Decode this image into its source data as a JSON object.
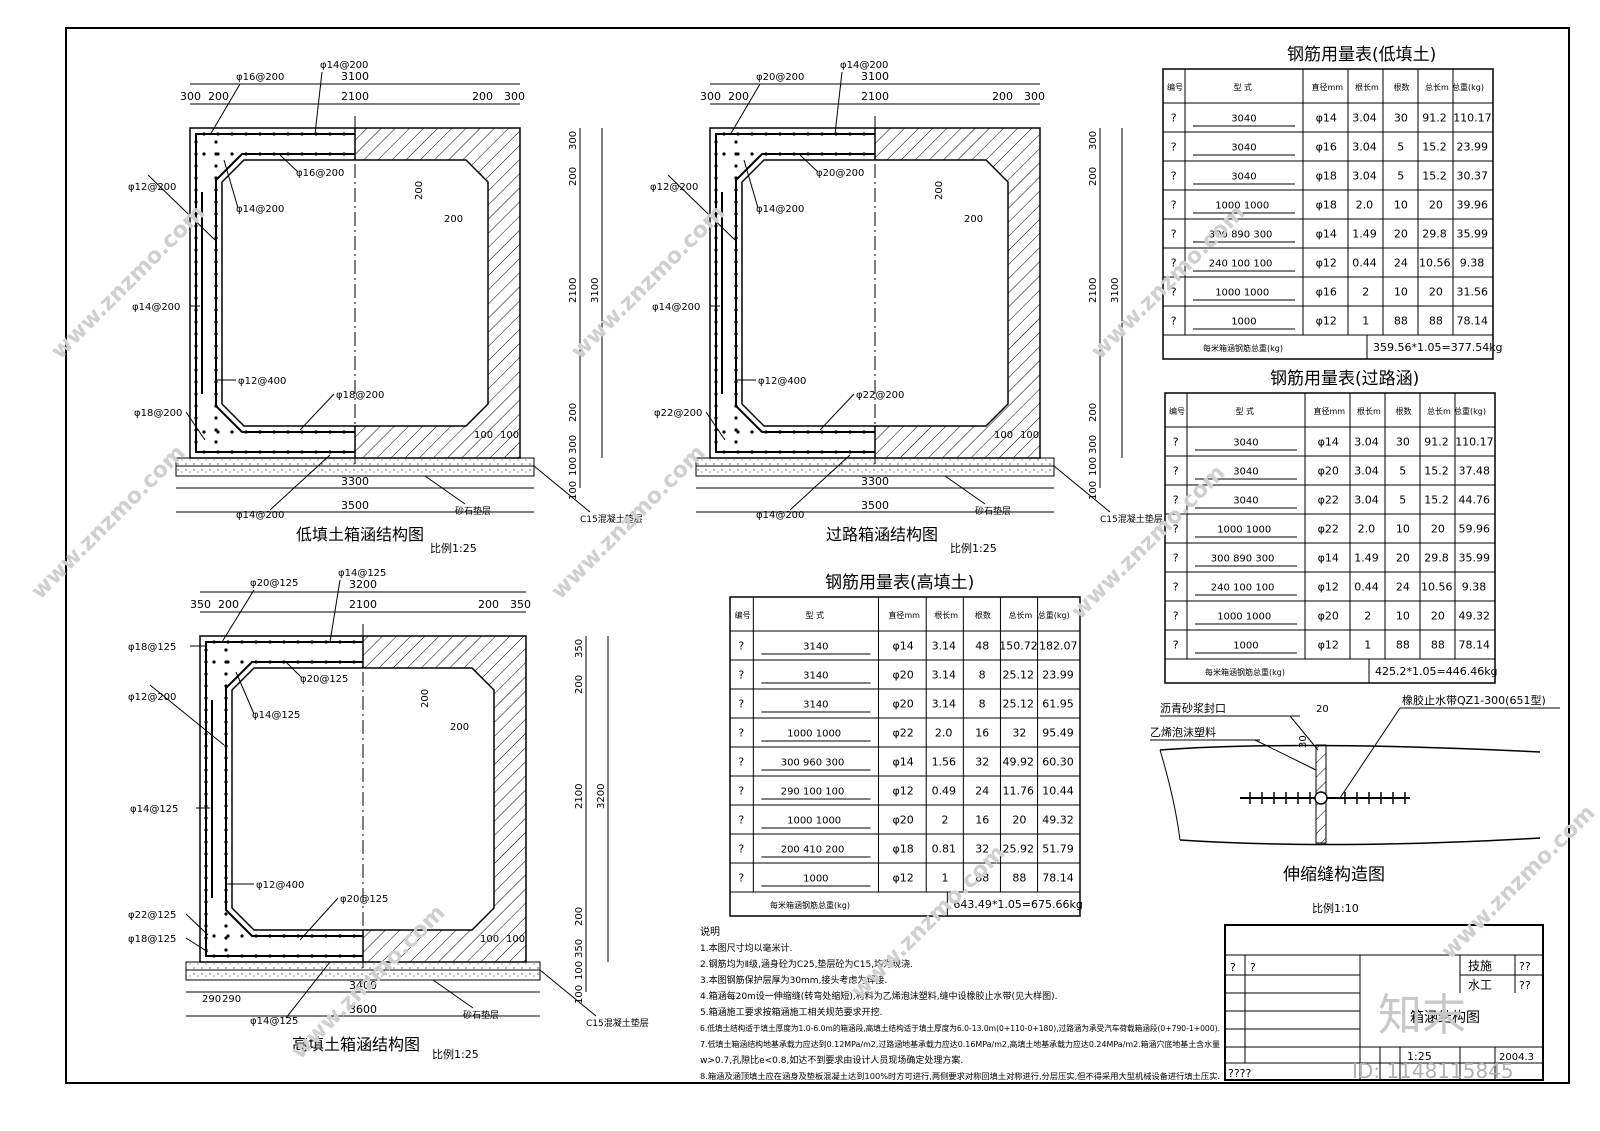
{
  "drawings": {
    "low": {
      "title": "低填土箱涵结构图",
      "scale": "比例1:25",
      "dims_top": [
        "3100",
        "2100",
        "300",
        "200",
        "200",
        "300"
      ],
      "dims_bottom": [
        "3300",
        "3500"
      ],
      "dims_right": [
        "300",
        "200",
        "2100",
        "3100",
        "200",
        "300",
        "100",
        "100"
      ],
      "haunch": [
        "200",
        "200",
        "100",
        "100"
      ],
      "rebar": [
        "φ16@200",
        "φ14@200",
        "φ12@200",
        "φ16@200",
        "φ14@200",
        "φ14@200",
        "φ12@400",
        "φ18@200",
        "φ18@200",
        "φ14@200"
      ],
      "layers": [
        "砂石垫层",
        "C15混凝土垫层"
      ]
    },
    "road": {
      "title": "过路箱涵结构图",
      "scale": "比例1:25",
      "dims_top": [
        "3100",
        "2100",
        "300",
        "200",
        "200",
        "300"
      ],
      "dims_bottom": [
        "3300",
        "3500"
      ],
      "dims_right": [
        "300",
        "200",
        "2100",
        "3100",
        "200",
        "300",
        "100",
        "100"
      ],
      "haunch": [
        "200",
        "200",
        "100",
        "100"
      ],
      "rebar": [
        "φ20@200",
        "φ14@200",
        "φ12@200",
        "φ20@200",
        "φ14@200",
        "φ14@200",
        "φ12@400",
        "φ22@200",
        "φ22@200",
        "φ14@200"
      ],
      "layers": [
        "砂石垫层",
        "C15混凝土垫层"
      ]
    },
    "high": {
      "title": "高填土箱涵结构图",
      "scale": "比例1:25",
      "dims_top": [
        "3200",
        "2100",
        "350",
        "200",
        "200",
        "350"
      ],
      "dims_bottom": [
        "3400",
        "3600",
        "290",
        "290"
      ],
      "dims_right": [
        "350",
        "200",
        "2100",
        "3200",
        "200",
        "350",
        "100",
        "100"
      ],
      "haunch": [
        "200",
        "200",
        "100",
        "100"
      ],
      "rebar": [
        "φ20@125",
        "φ14@125",
        "φ18@125",
        "φ12@200",
        "φ20@125",
        "φ14@125",
        "φ14@125",
        "φ12@400",
        "φ20@125",
        "φ22@125",
        "φ18@125",
        "φ14@125"
      ],
      "layers": [
        "砂石垫层",
        "C15混凝土垫层"
      ]
    }
  },
  "tables": {
    "low": {
      "title": "钢筋用量表(低填土)",
      "headers": [
        "编号",
        "型 式",
        "直径mm",
        "根长m",
        "根数",
        "总长m",
        "总重(kg)"
      ],
      "rows": [
        [
          "?",
          "3040",
          "φ14",
          "3.04",
          "30",
          "91.2",
          "110.17"
        ],
        [
          "?",
          "3040",
          "φ16",
          "3.04",
          "5",
          "15.2",
          "23.99"
        ],
        [
          "?",
          "3040",
          "φ18",
          "3.04",
          "5",
          "15.2",
          "30.37"
        ],
        [
          "?",
          "1000 1000",
          "φ18",
          "2.0",
          "10",
          "20",
          "39.96"
        ],
        [
          "?",
          "300 890 300",
          "φ14",
          "1.49",
          "20",
          "29.8",
          "35.99"
        ],
        [
          "?",
          "240 100 100",
          "φ12",
          "0.44",
          "24",
          "10.56",
          "9.38"
        ],
        [
          "?",
          "1000 1000",
          "φ16",
          "2",
          "10",
          "20",
          "31.56"
        ],
        [
          "?",
          "1000",
          "φ12",
          "1",
          "88",
          "88",
          "78.14"
        ]
      ],
      "total_label": "每米箱涵钢筋总重(kg)",
      "total": "359.56*1.05=377.54kg"
    },
    "road": {
      "title": "钢筋用量表(过路涵)",
      "headers": [
        "编号",
        "型 式",
        "直径mm",
        "根长m",
        "根数",
        "总长m",
        "总重(kg)"
      ],
      "rows": [
        [
          "?",
          "3040",
          "φ14",
          "3.04",
          "30",
          "91.2",
          "110.17"
        ],
        [
          "?",
          "3040",
          "φ20",
          "3.04",
          "5",
          "15.2",
          "37.48"
        ],
        [
          "?",
          "3040",
          "φ22",
          "3.04",
          "5",
          "15.2",
          "44.76"
        ],
        [
          "?",
          "1000 1000",
          "φ22",
          "2.0",
          "10",
          "20",
          "59.96"
        ],
        [
          "?",
          "300 890 300",
          "φ14",
          "1.49",
          "20",
          "29.8",
          "35.99"
        ],
        [
          "?",
          "240 100 100",
          "φ12",
          "0.44",
          "24",
          "10.56",
          "9.38"
        ],
        [
          "?",
          "1000 1000",
          "φ20",
          "2",
          "10",
          "20",
          "49.32"
        ],
        [
          "?",
          "1000",
          "φ12",
          "1",
          "88",
          "88",
          "78.14"
        ]
      ],
      "total_label": "每米箱涵钢筋总重(kg)",
      "total": "425.2*1.05=446.46kg"
    },
    "high": {
      "title": "钢筋用量表(高填土)",
      "headers": [
        "编号",
        "型 式",
        "直径mm",
        "根长m",
        "根数",
        "总长m",
        "总重(kg)"
      ],
      "rows": [
        [
          "?",
          "3140",
          "φ14",
          "3.14",
          "48",
          "150.72",
          "182.07"
        ],
        [
          "?",
          "3140",
          "φ20",
          "3.14",
          "8",
          "25.12",
          "23.99"
        ],
        [
          "?",
          "3140",
          "φ20",
          "3.14",
          "8",
          "25.12",
          "61.95"
        ],
        [
          "?",
          "1000 1000",
          "φ22",
          "2.0",
          "16",
          "32",
          "95.49"
        ],
        [
          "?",
          "300 960 300",
          "φ14",
          "1.56",
          "32",
          "49.92",
          "60.30"
        ],
        [
          "?",
          "290 100 100",
          "φ12",
          "0.49",
          "24",
          "11.76",
          "10.44"
        ],
        [
          "?",
          "1000 1000",
          "φ20",
          "2",
          "16",
          "20",
          "49.32"
        ],
        [
          "?",
          "200 410 200",
          "φ18",
          "0.81",
          "32",
          "25.92",
          "51.79"
        ],
        [
          "?",
          "1000",
          "φ12",
          "1",
          "88",
          "88",
          "78.14"
        ]
      ],
      "total_label": "每米箱涵钢筋总重(kg)",
      "total": "643.49*1.05=675.66kg"
    }
  },
  "joint": {
    "title": "伸缩缝构造图",
    "scale": "比例1:10",
    "labels": [
      "沥青砂浆封口",
      "乙烯泡沫塑料",
      "橡胶止水带QZ1-300(651型)"
    ],
    "dims": [
      "20",
      "30"
    ]
  },
  "notes": {
    "heading": "说明",
    "lines": [
      "1.本图尺寸均以毫米计.",
      "2.钢筋均为Ⅱ级,涵身砼为C25,垫层砼为C15,均为现浇.",
      "3.本图钢筋保护层厚为30mm,接头考虑为焊接.",
      "4.箱涵每20m设一伸缩缝(转弯处缩短),材料为乙烯泡沫塑料,缝中设橡胶止水带(见大样图).",
      "5.箱涵施工要求按箱涵施工相关规范要求开挖.",
      "6.低填土结构适于填土厚度为1.0-6.0m的箱涵段,高填土结构适于填土厚度为6.0-13.0m(0+110-0+180),过路涵为承受汽车荷载箱涵段(0+790-1+000).",
      "7.低填土箱涵结构地基承载力应达到0.12MPa/m2,过路涵地基承载力应达0.16MPa/m2,高填土地基承载力应达0.24MPa/m2.箱涵穴底地基土含水量",
      "w>0.7,孔隙比e<0.8,如达不到要求由设计人员现场确定处理方案.",
      "8.箱涵及涵顶填土应在涵身及垫板混凝土达到100%时方可进行,两侧要求对称回填土对称进行,分层压实,但不得采用大型机械设备进行填土压实."
    ]
  },
  "title_block": {
    "title": "箱涵结构图",
    "roles": [
      "技施",
      "水工"
    ],
    "marks": [
      "?",
      "?",
      "??",
      "??",
      "????"
    ],
    "scale": "1:25",
    "date": "2004.3"
  },
  "watermark": {
    "text": "www.znzmo.com",
    "brand": "知末",
    "id": "ID: 1148115845"
  }
}
